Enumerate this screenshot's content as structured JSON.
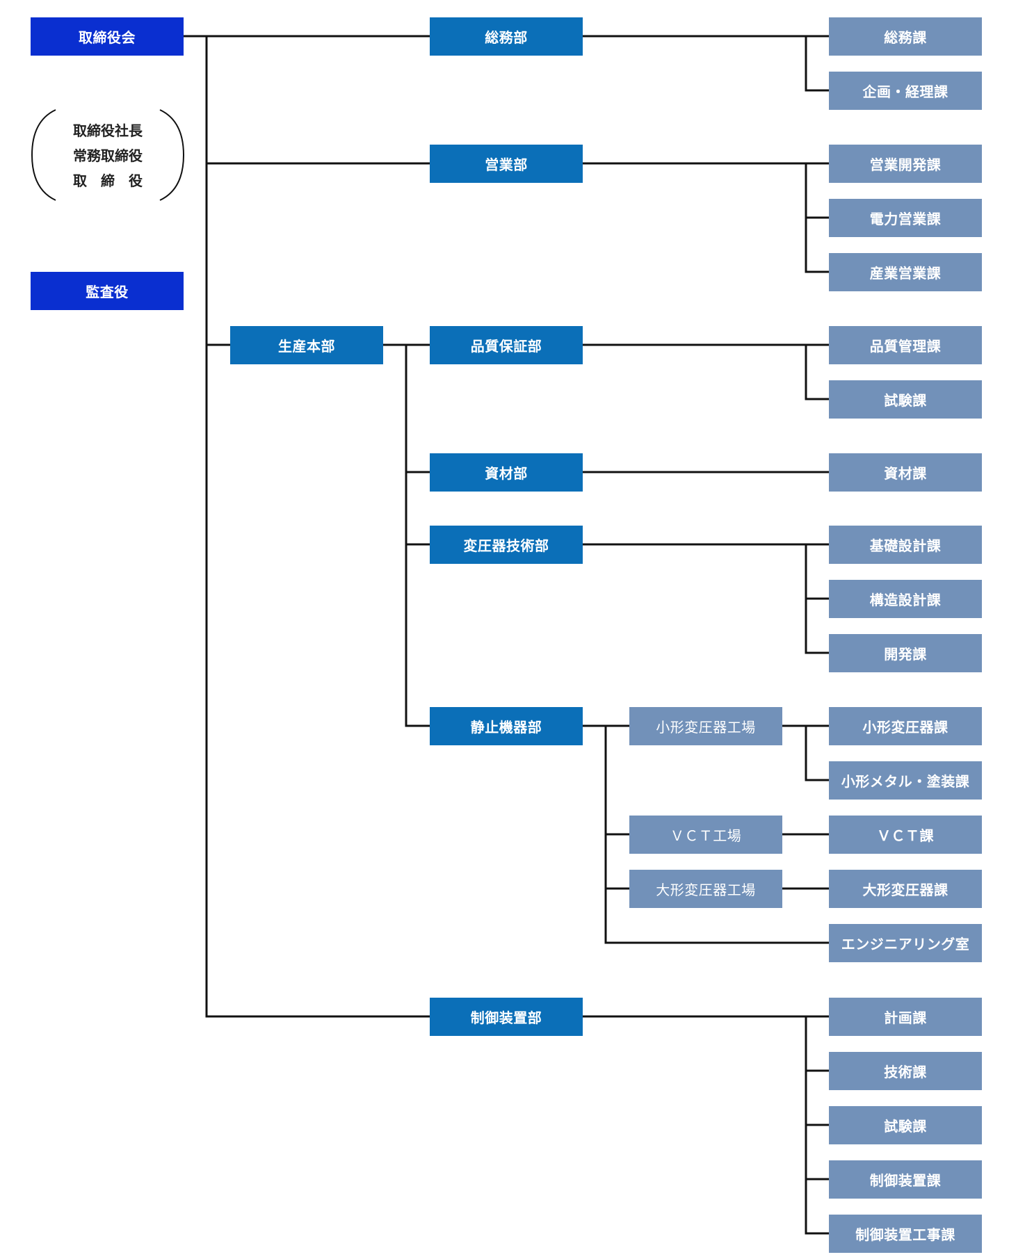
{
  "colors": {
    "top": "#0a2fd0",
    "department": "#0b6fb8",
    "section": "#7291b9",
    "line": "#111111"
  },
  "board": {
    "label": "取締役会"
  },
  "auditor": {
    "label": "監査役"
  },
  "officers": [
    "取締役社長",
    "常務取締役",
    "取　締　役"
  ],
  "production_hq": {
    "label": "生産本部"
  },
  "departments": [
    {
      "label": "総務部",
      "sections": [
        "総務課",
        "企画・経理課"
      ]
    },
    {
      "label": "営業部",
      "sections": [
        "営業開発課",
        "電力営業課",
        "産業営業課"
      ]
    },
    {
      "label": "品質保証部",
      "sections": [
        "品質管理課",
        "試験課"
      ]
    },
    {
      "label": "資材部",
      "sections": [
        "資材課"
      ]
    },
    {
      "label": "変圧器技術部",
      "sections": [
        "基礎設計課",
        "構造設計課",
        "開発課"
      ]
    },
    {
      "label": "静止機器部",
      "factories": [
        {
          "label": "小形変圧器工場",
          "sections": [
            "小形変圧器課",
            "小形メタル・塗装課"
          ]
        },
        {
          "label": "ＶＣＴ工場",
          "sections": [
            "ＶＣＴ課"
          ]
        },
        {
          "label": "大形変圧器工場",
          "sections": [
            "大形変圧器課"
          ]
        }
      ],
      "direct_sections": [
        "エンジニアリング室"
      ]
    },
    {
      "label": "制御装置部",
      "sections": [
        "計画課",
        "技術課",
        "試験課",
        "制御装置課",
        "制御装置工事課"
      ]
    }
  ]
}
